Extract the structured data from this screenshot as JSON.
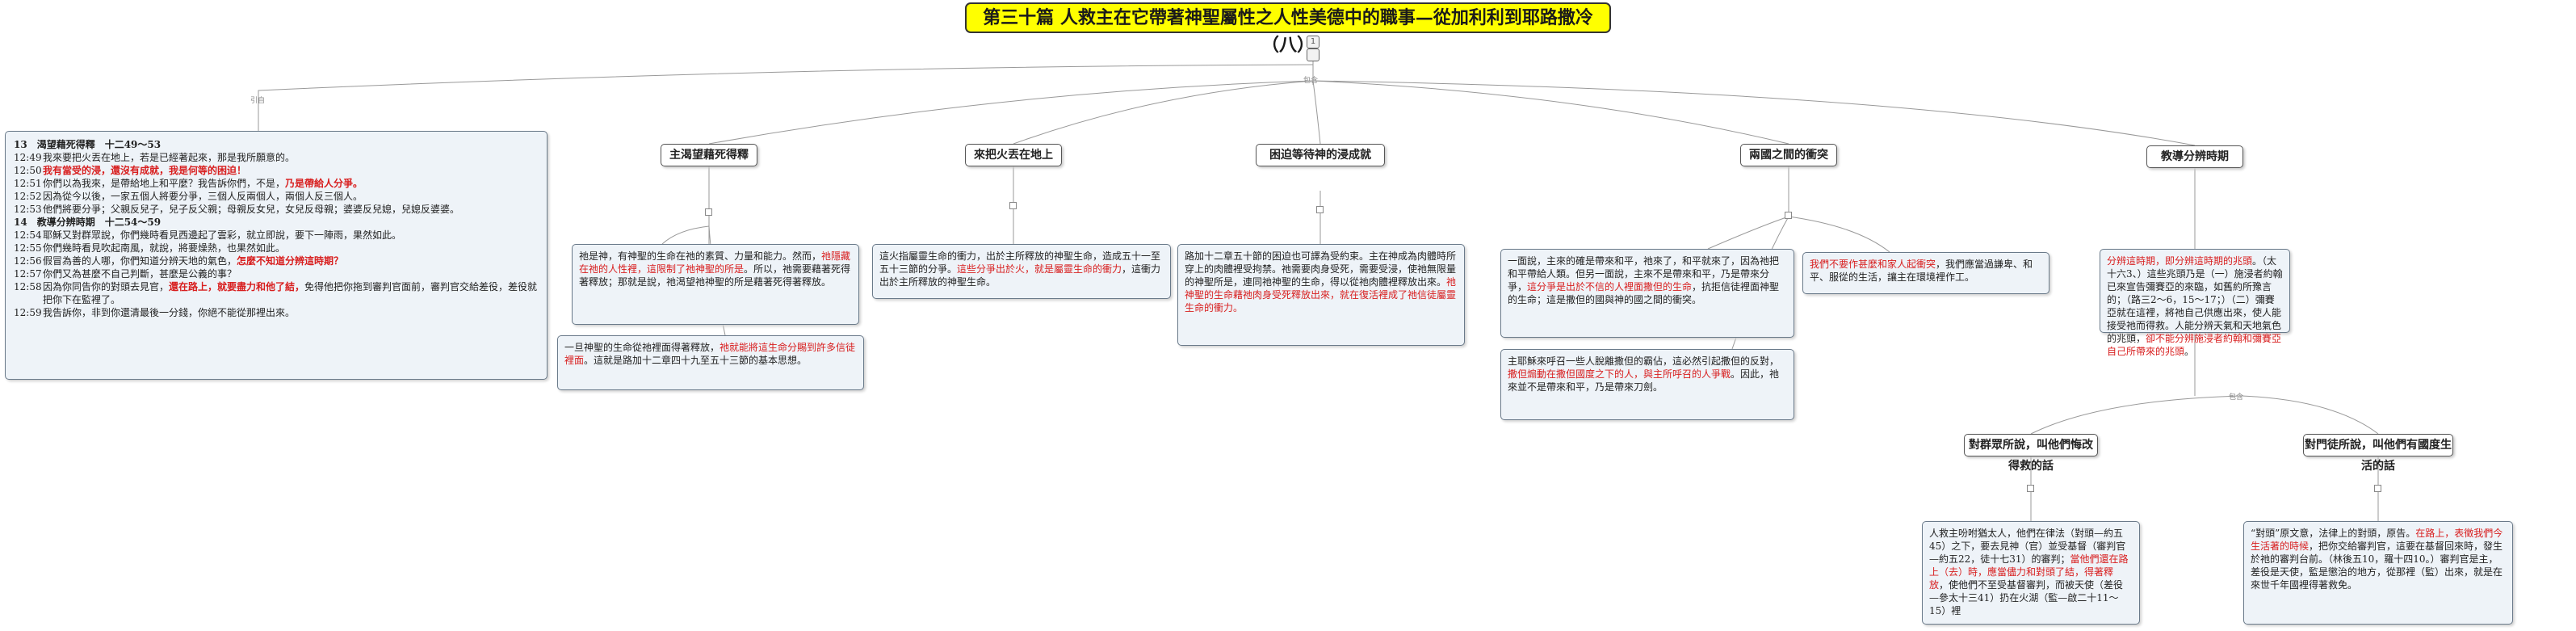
{
  "title": "第三十篇 人救主在它帶著神聖屬性之人性美德中的職事—從加利利到耶路撒冷（八）",
  "root_connector": "1",
  "labels": {
    "left_branch": "引自",
    "center_branch": "包含"
  },
  "scripture": {
    "header1": "13　渴望藉死得釋　十二49～53",
    "verses1": [
      {
        "ref": "12:49",
        "text": "我來要把火丟在地上，若是已經著起來，那是我所願意的。"
      },
      {
        "ref": "12:50",
        "text": "我有當受的浸，還沒有成就，我是何等的困迫！"
      },
      {
        "ref": "12:51",
        "text_a": "你們以為我來，是帶給地上和平麼？我告訴你們，不是，",
        "text_b": "乃是帶給人分爭。"
      },
      {
        "ref": "12:52",
        "text": "因為從今以後，一家五個人將要分爭，三個人反兩個人，兩個人反三個人。"
      },
      {
        "ref": "12:53",
        "text": "他們將要分爭；父親反兒子，兒子反父親；母親反女兒，女兒反母親；婆婆反兒媳，兒媳反婆婆。"
      }
    ],
    "header2": "14　教導分辨時期　十二54～59",
    "verses2": [
      {
        "ref": "12:54",
        "text": "耶穌又對群眾說，你們幾時看見西邊起了雲彩，就立即說，要下一陣雨，果然如此。"
      },
      {
        "ref": "12:55",
        "text": "你們幾時看見吹起南風，就說，將要燥熱，也果然如此。"
      },
      {
        "ref": "12:56",
        "text_a": "假冒為善的人哪，你們知道分辨天地的氣色，",
        "text_b": "怎麼不知道分辨這時期？"
      },
      {
        "ref": "12:57",
        "text": "你們又為甚麼不自己判斷，甚麼是公義的事？"
      },
      {
        "ref": "12:58",
        "text_a": "因為你同告你的對頭去見官，",
        "text_b": "還在路上，就要盡力和他了結，",
        "text_c": "免得他把你拖到審判官面前，審判官交給差役，差役就把你下在監裡了。"
      },
      {
        "ref": "12:59",
        "text": "我告訴你，非到你還清最後一分錢，你絕不能從那裡出來。"
      }
    ]
  },
  "topics": [
    {
      "heading": "主渴望藉死得釋",
      "note1": {
        "a": "祂是神，有神聖的生命在祂的素質、力量和能力。然而，",
        "b": "祂隱藏在祂的人性裡，這限制了祂神聖的所是",
        "c": "。所以，祂需要藉著死得著釋放；那就是說，祂渴望祂神聖的所是藉著死得著釋放。"
      },
      "note2": {
        "a": "一旦神聖的生命從祂裡面得著釋放，",
        "b": "祂就能將這生命分賜到許多信徒裡面",
        "c": "。這就是路加十二章四十九至五十三節的基本思想。"
      }
    },
    {
      "heading": "來把火丟在地上",
      "note1": {
        "a": "這火指屬靈生命的衝力，出於主所釋放的神聖生命，造成五十一至五十三節的分爭。",
        "b": "這些分爭出於火，就是屬靈生命的衝力",
        "c": "，這衝力出於主所釋放的神聖生命。"
      }
    },
    {
      "heading": "困迫等待神的浸成就",
      "note1": {
        "a": "路加十二章五十節的困迫也可譯為受約束。主在神成為肉體時所穿上的肉體裡受拘禁。祂需要肉身受死，需要受浸，使祂無限量的神聖所是，連同祂神聖的生命，得以從祂肉體裡釋放出來。",
        "b": "祂神聖的生命藉祂肉身受死釋放出來，就在復活裡成了祂信徒屬靈生命的衝力。"
      }
    },
    {
      "heading": "兩國之間的衝突",
      "note1": {
        "a": "一面說，主來的確是帶來和平，祂來了，和平就來了，因為祂把和平帶給人類。但另一面說，主來不是帶來和平，乃是帶來分爭，",
        "b": "這分爭是出於不信的人裡面撒但的生命",
        "c": "，抗拒信徒裡面神聖的生命；這是撒但的國與神的國之間的衝突。"
      },
      "note2": {
        "a": "我們不要作甚麼和家人起衝突",
        "b": "，我們應當過謙卑、和平、服從的生活，讓主在環境裡作工。"
      },
      "note3": {
        "a": "主耶穌來呼召一些人脫離撒但的霸佔，這必然引起撒但的反對，",
        "b": "撒但煽動在撒但國度之下的人，與主所呼召的人爭戰",
        "c": "。因此，祂來並不是帶來和平，乃是帶來刀劍。"
      }
    },
    {
      "heading": "教導分辨時期",
      "note1": {
        "a": "分辨這時期，即分辨這時期的兆頭",
        "b": "。（太十六3、）這些兆頭乃是（一）施浸者約翰已來宣告彌賽亞的來臨，如舊約所豫言的；（路三2～6，15～17；）（二）彌賽亞就在這裡，將祂自己供應出來，使人能接受祂而得救。人能分辨天氣和天地氣色的兆頭，",
        "c": "卻不能分辨施浸者約翰和彌賽亞自己所帶來的兆頭",
        "d": "。"
      },
      "sub_label": "包含",
      "subtopics": [
        {
          "heading": "對群眾所說，叫他們悔改得救的話",
          "note": {
            "a": "人救主吩咐猶太人，他們在律法（對頭—約五45）之下，要去見神（官）並受基督（審判官—約五22，徒十七31）的審判；",
            "b": "當他們還在路上（去）時，應當儘力和對頭了結，得著釋放",
            "c": "，使他們不至受基督審判，而被天使（差役—參太十三41）扔在火湖（監—啟二十11～15）裡"
          }
        },
        {
          "heading": "對門徒所說，叫他們有國度生活的話",
          "note": {
            "a": "“對頭”原文意，法律上的對頭，原告。",
            "b": "在路上，表徵我們今生活著的時候",
            "c": "，把你交給審判官，這要在基督回來時，發生於祂的審判台前。（林後五10，羅十四10。）審判官是主，差役是天使，監是懲治的地方，從那裡（監）出來，就是在來世千年國裡得著救免。"
          }
        }
      ]
    }
  ]
}
